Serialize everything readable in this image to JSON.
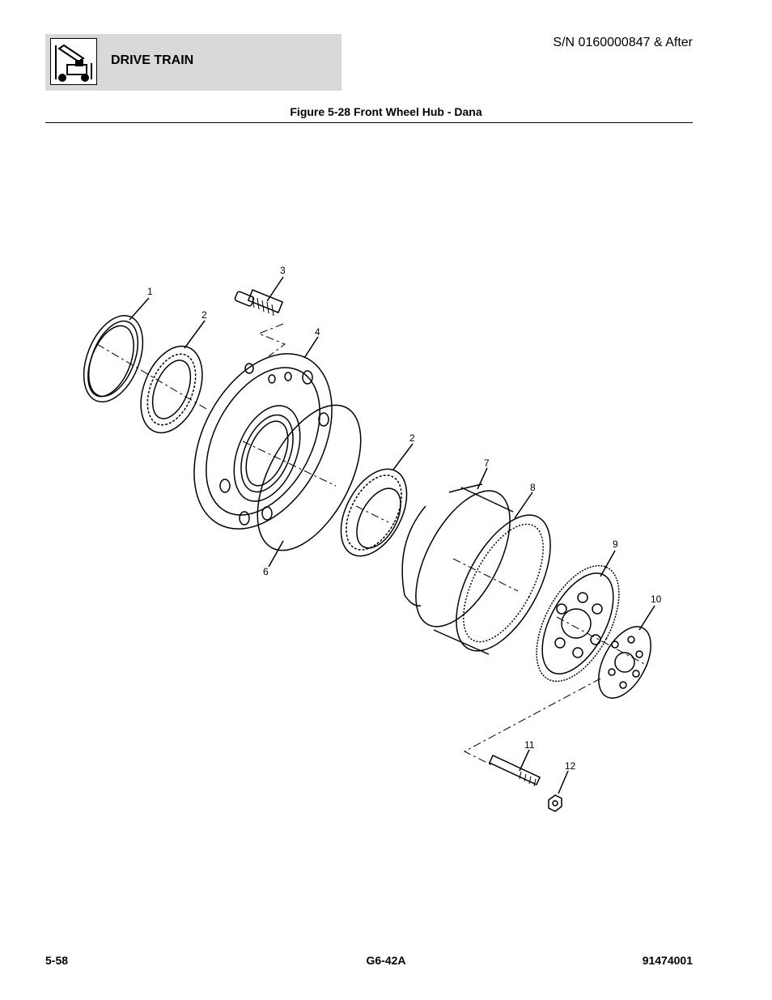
{
  "header": {
    "section_title": "DRIVE TRAIN",
    "serial": "S/N 0160000847 & After",
    "logo_icon": "lift-truck-icon"
  },
  "figure": {
    "title": "Figure 5-28 Front Wheel Hub - Dana",
    "callouts": [
      "1",
      "2",
      "3",
      "4",
      "2",
      "6",
      "7",
      "8",
      "9",
      "10",
      "11",
      "12"
    ]
  },
  "footer": {
    "page": "5-58",
    "model": "G6-42A",
    "doc_number": "91474001"
  }
}
